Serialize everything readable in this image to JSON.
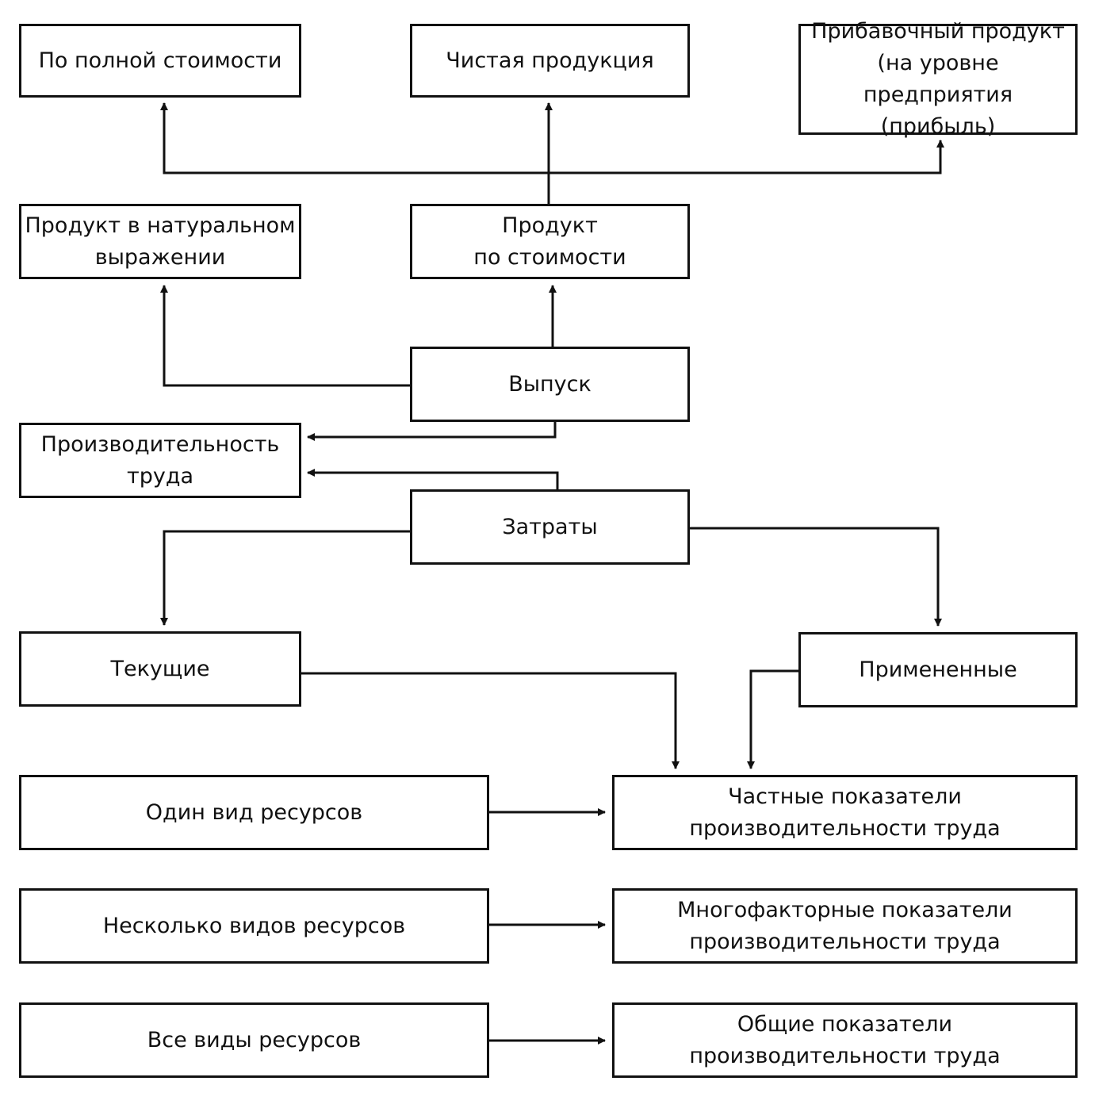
{
  "boxes": {
    "full_cost": "По полной стоимости",
    "net_product": "Чистая продукция",
    "surplus_product": "Прибавочный продукт\n(на уровне предприятия\n(прибыль)",
    "natural_product": "Продукт в натуральном\nвыражении",
    "value_product": "Продукт\nпо стоимости",
    "output": "Выпуск",
    "labor_productivity": "Производительность\nтруда",
    "costs": "Затраты",
    "current": "Текущие",
    "applied": "Примененные",
    "one_resource": "Один вид ресурсов",
    "partial_indicators": "Частные показатели\nпроизводительности труда",
    "several_resources": "Несколько видов ресурсов",
    "multifactor_indicators": "Многофакторные показатели\nпроизводительности труда",
    "all_resources": "Все виды ресурсов",
    "general_indicators": "Общие показатели\nпроизводительности труда"
  }
}
